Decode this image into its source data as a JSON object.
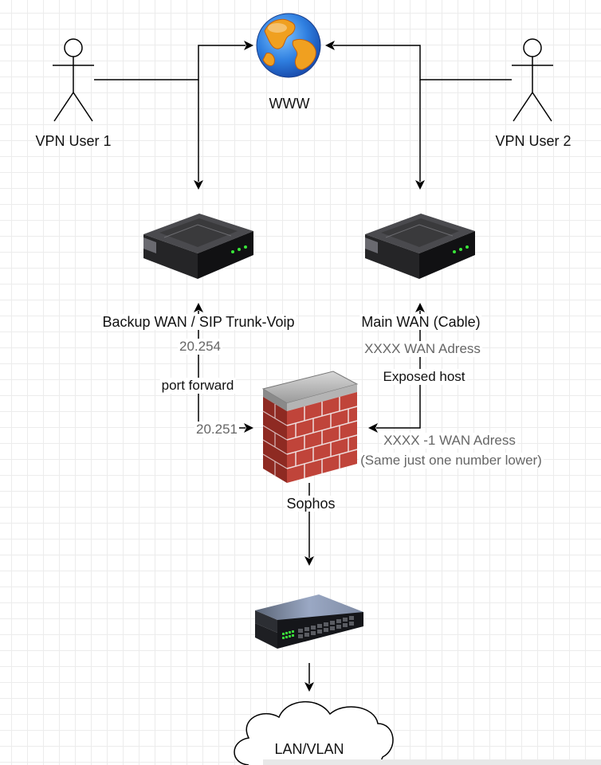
{
  "diagram": {
    "nodes": {
      "www": {
        "label": "WWW",
        "icon": "globe-icon"
      },
      "vpn_user_1": {
        "label": "VPN User 1",
        "icon": "actor-icon"
      },
      "vpn_user_2": {
        "label": "VPN User 2",
        "icon": "actor-icon"
      },
      "backup_wan": {
        "label": "Backup WAN / SIP Trunk-Voip",
        "icon": "router-icon"
      },
      "main_wan": {
        "label": "Main WAN (Cable)",
        "icon": "router-icon"
      },
      "sophos": {
        "label": "Sophos",
        "icon": "firewall-icon"
      },
      "switch": {
        "label": "",
        "icon": "switch-icon"
      },
      "lan": {
        "label": "LAN/VLAN",
        "icon": "cloud-icon"
      }
    },
    "edge_labels": {
      "backup_ip": "20.254",
      "port_forward": "port forward",
      "sophos_backup_ip": "20.251",
      "main_wan_address": "XXXX WAN Adress",
      "exposed_host": "Exposed host",
      "sophos_main_address": "XXXX -1 WAN Adress",
      "same_note": "(Same just one number lower)"
    },
    "edges": [
      {
        "from": "vpn_user_1",
        "to": "www"
      },
      {
        "from": "vpn_user_1",
        "to": "backup_wan"
      },
      {
        "from": "vpn_user_2",
        "to": "www"
      },
      {
        "from": "vpn_user_2",
        "to": "main_wan"
      },
      {
        "from": "sophos",
        "to": "backup_wan",
        "label": "port forward"
      },
      {
        "from": "backup_wan",
        "to": "sophos"
      },
      {
        "from": "sophos",
        "to": "main_wan"
      },
      {
        "from": "main_wan",
        "to": "sophos",
        "label": "Exposed host"
      },
      {
        "from": "sophos",
        "to": "switch"
      },
      {
        "from": "switch",
        "to": "lan"
      }
    ],
    "colors": {
      "line": "#000000",
      "label_gray": "#666666",
      "brick": "#b83a2e",
      "router_body": "#1c1c1e"
    }
  }
}
